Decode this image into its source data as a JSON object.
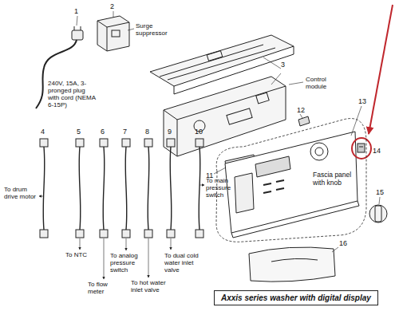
{
  "diagram": {
    "nodes": [
      {
        "text": [
          "Fascia panel with knob"
        ]
      },
      {
        "text": [
          "Axxis series washer with digital display"
        ]
      }
    ],
    "labels": [
      "1",
      "240V, 15A, 3-pronged plug with cord (NEMA 6-15P)",
      "2",
      "Surge suppressor",
      "3",
      "Control module",
      "4",
      "5",
      "6",
      "7",
      "8",
      "9",
      "10",
      "12",
      "11",
      "13",
      "14",
      "15",
      "16",
      "To drum drive motor",
      "To NTC",
      "To flow meter",
      "To analog pressure switch",
      "To hot water inlet valve",
      "To dual cold water inlet valve",
      "To main pressure switch"
    ]
  }
}
